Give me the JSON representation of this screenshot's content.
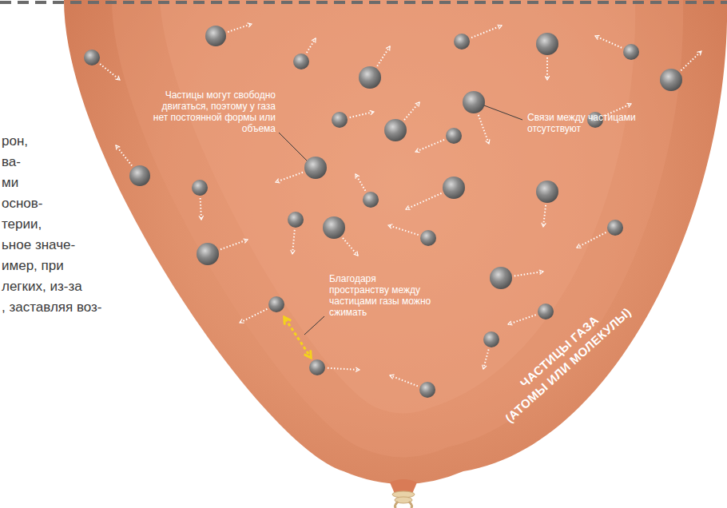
{
  "diagram": {
    "labels": [
      "рон,",
      "ва-",
      "ми",
      "основ-",
      "терии,",
      "ьное значе-",
      "имер, при",
      "легких, из-за",
      ", заставляя воз-",
      "Частицы могут свободно двигаться, поэтому у газа нет постоянной формы или объема",
      "Связи между частицами отсутствуют",
      "Благодаря пространству между частицами газы можно сжимать",
      "ЧАСТИЦЫ ГАЗА",
      "(АТОМЫ ИЛИ МОЛЕКУЛЫ)"
    ]
  }
}
